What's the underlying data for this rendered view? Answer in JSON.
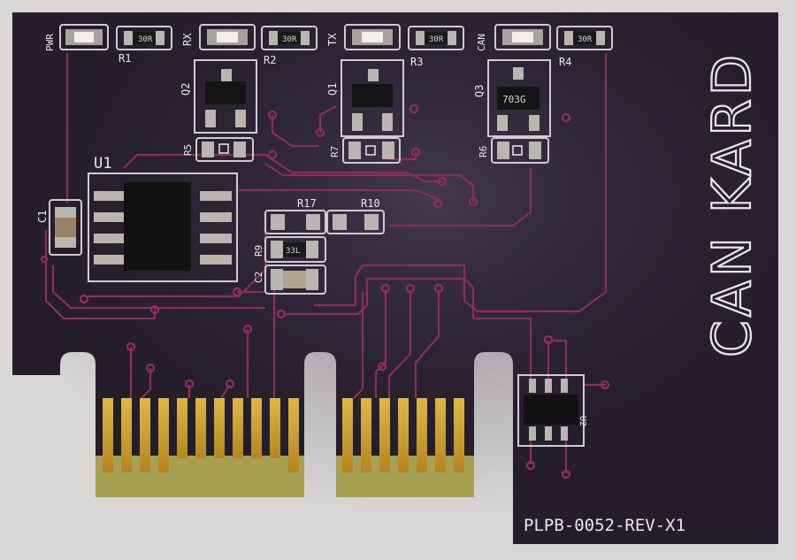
{
  "board": {
    "title": "CAN KARD",
    "part_number": "PLPB-0052-REV-X1"
  },
  "labels": {
    "led_pwr": "PWR",
    "led_rx": "RX",
    "led_tx": "TX",
    "led_can": "CAN",
    "r1": "R1",
    "r2": "R2",
    "r3": "R3",
    "r4": "R4",
    "q1": "Q1",
    "q2": "Q2",
    "q3": "Q3",
    "u1": "U1",
    "c1": "C1",
    "c2": "C2",
    "r5": "R5",
    "r6": "R6",
    "r7": "R7",
    "r9": "R9",
    "r10": "R10",
    "r17": "R17",
    "u2": "U2"
  },
  "markings": {
    "res_code": "30R",
    "q3_code": "703G",
    "r9_code": "33L"
  },
  "colors": {
    "background": "#d9d7d6",
    "pcb": "#241d2b",
    "trace": "#8e2c5c",
    "silkscreen": "#e9e6ee",
    "gold": "#c89a2c",
    "bare_fr4": "#a7a051"
  }
}
